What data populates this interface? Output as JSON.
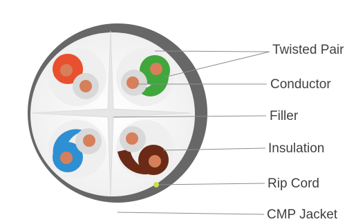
{
  "labels": {
    "twisted_pair": "Twisted Pair",
    "conductor": "Conductor",
    "filler": "Filler",
    "insulation": "Insulation",
    "rip_cord": "Rip Cord",
    "cmp_jacket": "CMP Jacket"
  },
  "colors": {
    "jacket": "#676767",
    "jacket_inner": "#f5f5f5",
    "filler": "#e9e9e9",
    "pair_orange": "#e8502e",
    "pair_green": "#3fa73c",
    "pair_blue": "#2f8fd3",
    "pair_brown": "#6a2a16",
    "copper": "#d77f5b",
    "rip_cord": "#c9e04a",
    "leader_line": "#8c8c8c",
    "text": "#3f3f3f"
  }
}
